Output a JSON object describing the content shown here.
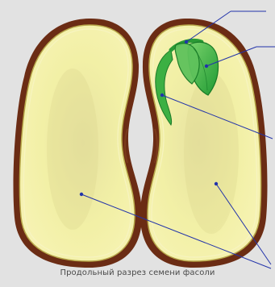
{
  "diagram": {
    "caption": "Продольный разрез семени фасоли",
    "colors": {
      "background": "#e2e2e2",
      "seed_coat": "#6b2c14",
      "cotyledon_fill": "#eeea9c",
      "embryo": "#2fa53a",
      "pointer": "#2233aa"
    },
    "parts": [
      "seed-coat",
      "left-cotyledon",
      "right-cotyledon",
      "embryonic-root",
      "embryonic-shoot",
      "embryonic-leaves"
    ]
  }
}
